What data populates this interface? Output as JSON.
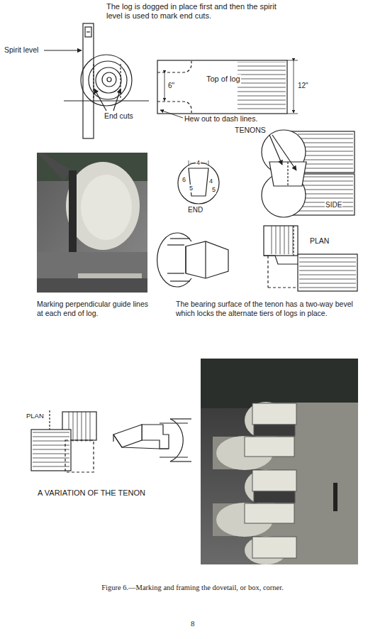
{
  "diagram": {
    "caption": "Figure 6.—Marking and framing the dovetail, or box, corner.",
    "labels": [
      "The log is dogged in place first and then the spirit level is used to mark end cuts.",
      "Spirit level",
      "End cuts",
      "Top of log",
      "6\"",
      "12\"",
      "Hew out to dash lines.",
      "TENONS",
      "4",
      "6",
      "5",
      "4",
      "5",
      "END",
      "SIDE",
      "PLAN",
      "Marking perpendicular guide lines at each end of log.",
      "The bearing surface of the tenon has a two-way bevel which locks the alternate tiers of logs in place.",
      "PLAN",
      "A VARIATION OF THE TENON",
      "8"
    ]
  }
}
